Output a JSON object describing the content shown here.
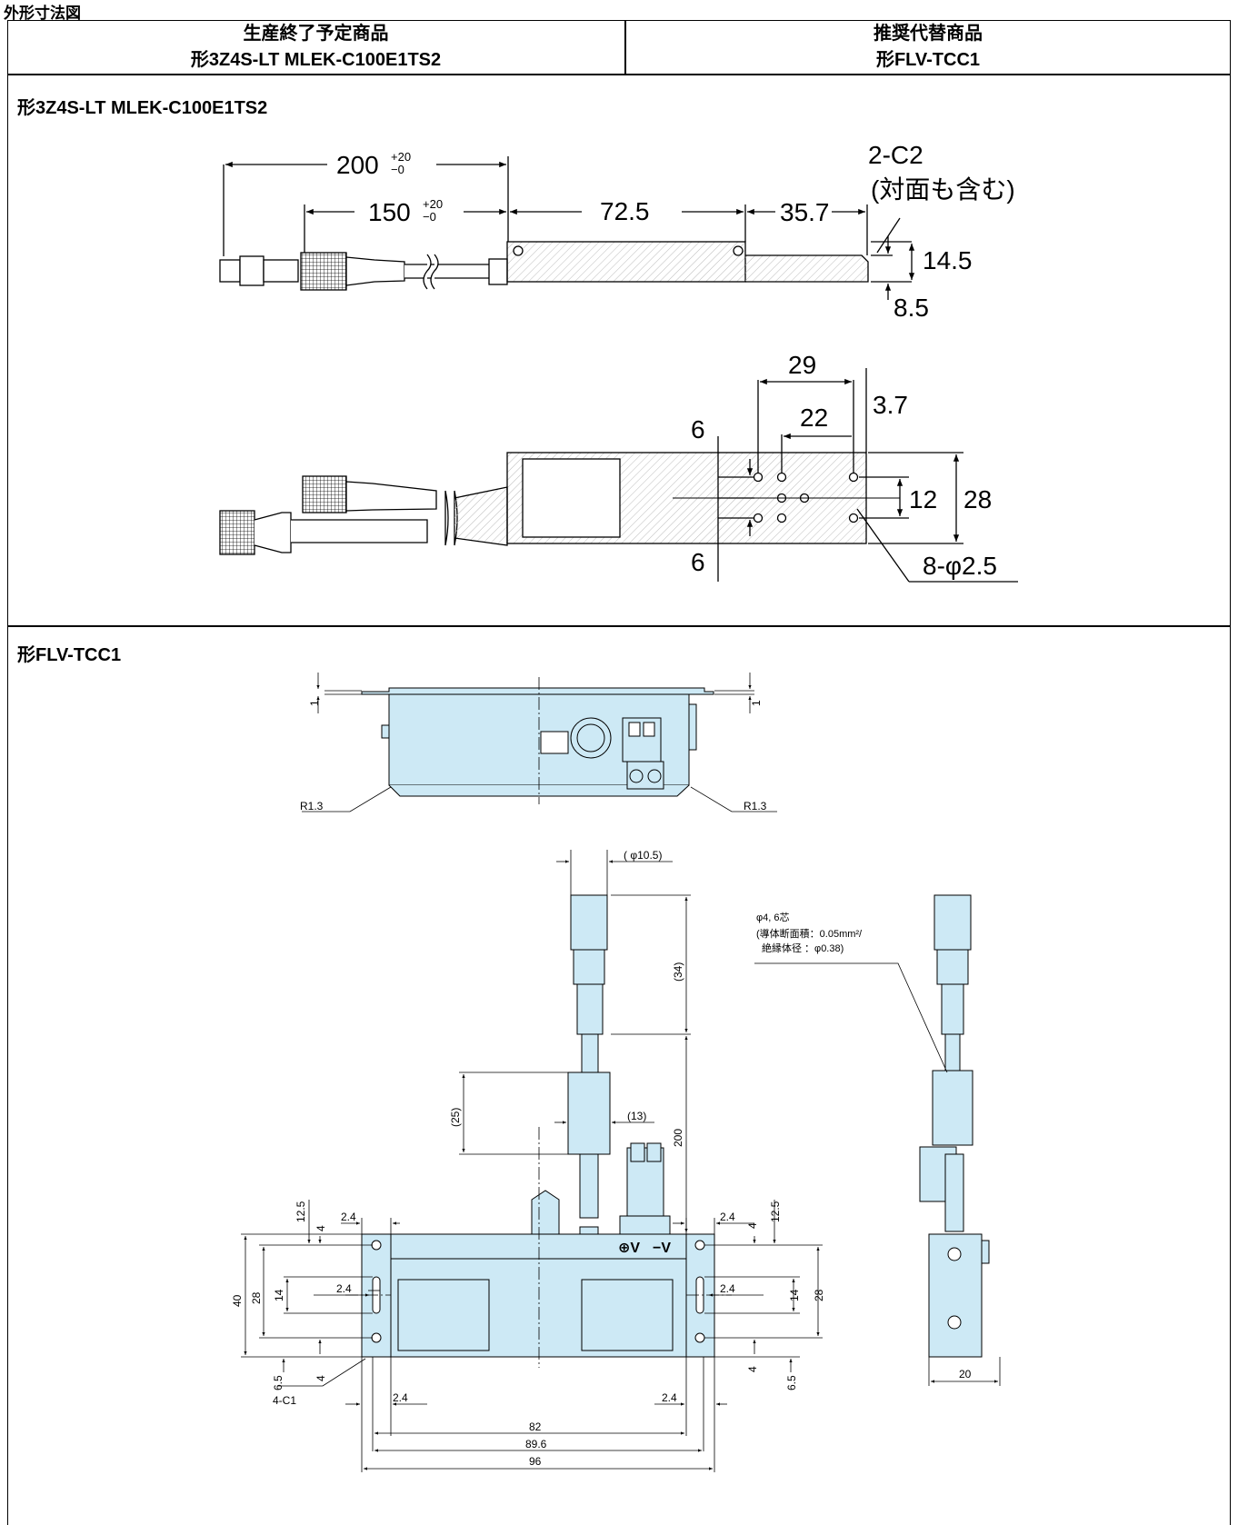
{
  "page_header": "外形寸法図",
  "table": {
    "col1_line1": "生産終了予定商品",
    "col1_line2": "形3Z4S-LT MLEK-C100E1TS2",
    "col2_line1": "推奨代替商品",
    "col2_line2": "形FLV-TCC1"
  },
  "section1": {
    "title": "形3Z4S-LT MLEK-C100E1TS2",
    "dims": {
      "d200": "200",
      "d150": "150",
      "tol_plus": "+20",
      "tol_minus": "−0",
      "d72_5": "72.5",
      "d35_7": "35.7",
      "c2": "2-C2",
      "c2_note": "(対面も含む)",
      "d14_5": "14.5",
      "d8_5": "8.5",
      "d29": "29",
      "d22": "22",
      "d3_7": "3.7",
      "d6_top": "6",
      "d6_bottom": "6",
      "d12": "12",
      "d28": "28",
      "holes": "8-φ2.5"
    }
  },
  "section2": {
    "title": "形FLV-TCC1",
    "dims": {
      "one_left": "1",
      "one_right": "1",
      "r_left": "R1.3",
      "r_right": "R1.3",
      "d10_5": "( φ10.5)",
      "d34": "(34)",
      "d25": "(25)",
      "d13": "(13)",
      "d200": "200",
      "cable_l1": "φ4, 6芯",
      "cable_l2": "(導体断面積：0.05mm²/",
      "cable_l3": "絶縁体径 ：φ0.38)",
      "l2_4a": "2.4",
      "l12_5": "12.5",
      "l4a": "4",
      "l40": "40",
      "l28": "28",
      "l14": "14",
      "l2_4b": "2.4",
      "l6_5": "6.5",
      "l4b": "4",
      "c1": "4-C1",
      "b2_4l": "2.4",
      "b2_4r": "2.4",
      "b82": "82",
      "b89_6": "89.6",
      "b96": "96",
      "r2_4a": "2.4",
      "r4a": "4",
      "r12_5": "12.5",
      "r2_4b": "2.4",
      "r14": "14",
      "r28": "28",
      "r4b": "4",
      "r6_5": "6.5",
      "plus_v": "⊕V",
      "minus_v": "−V",
      "side_20": "20"
    }
  },
  "colors": {
    "body_fill": "#cde9f5",
    "line": "#000000"
  }
}
